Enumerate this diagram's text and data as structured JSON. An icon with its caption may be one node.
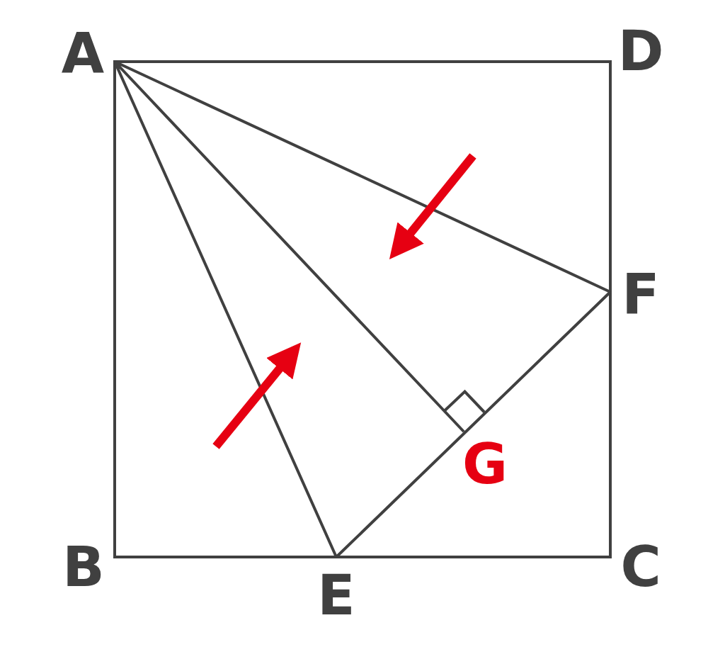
{
  "diagram": {
    "labels": [
      "A",
      "D",
      "F",
      "G",
      "B",
      "E",
      "C"
    ]
  }
}
